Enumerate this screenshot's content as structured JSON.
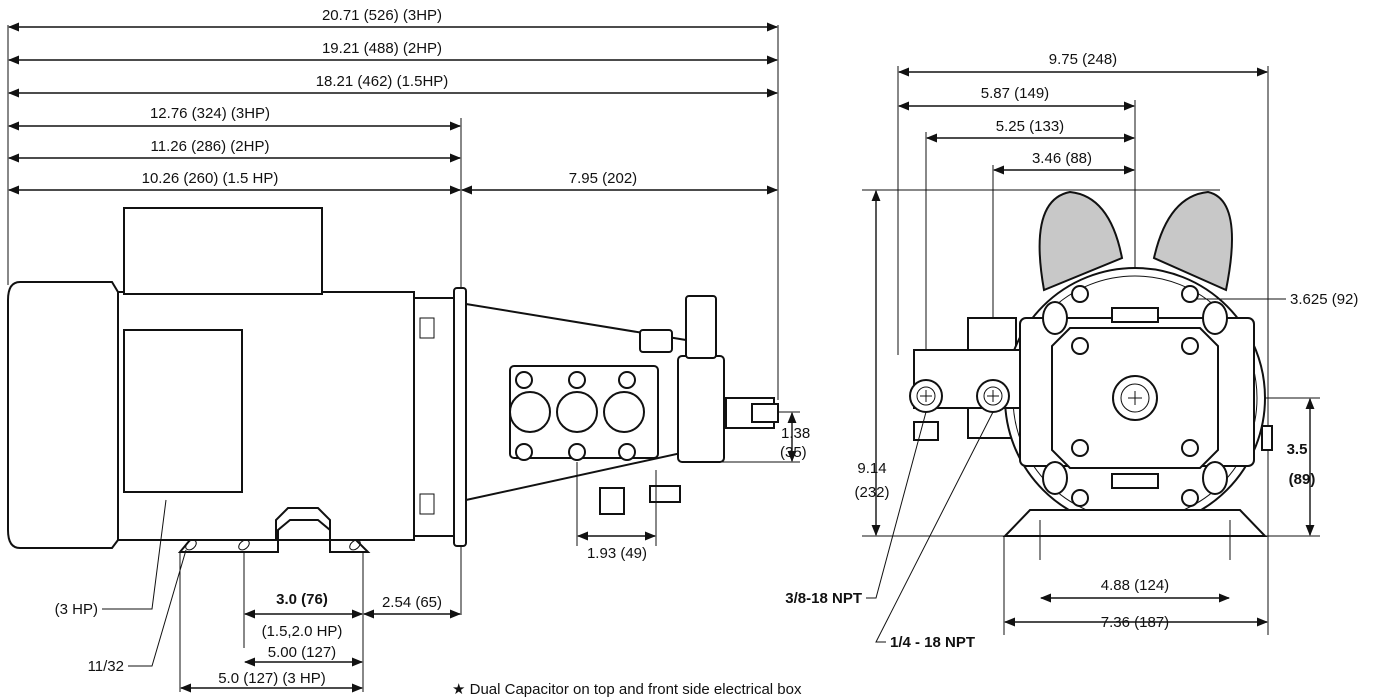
{
  "side_view": {
    "overall_3hp": "20.71 (526) (3HP)",
    "overall_2hp": "19.21 (488) (2HP)",
    "overall_15hp": "18.21 (462) (1.5HP)",
    "motor_3hp": "12.76 (324) (3HP)",
    "motor_2hp": "11.26 (286) (2HP)",
    "motor_15hp": "10.26 (260) (1.5 HP)",
    "pump_length": "7.95 (202)",
    "outlet_height_a": "1.38",
    "outlet_height_b": "(35)",
    "pump_width": "1.93 (49)",
    "base_3hp_label": "(3 HP)",
    "foot_spacing": "3.0 (76)",
    "foot_spacing_note": "(1.5,2.0 HP)",
    "foot_to_flange": "2.54 (65)",
    "foot_base_2": "5.00 (127)",
    "foot_base_3hp": "5.0 (127) (3 HP)",
    "slot": "11/32"
  },
  "end_view": {
    "width_total": "9.75 (248)",
    "width_a": "5.87 (149)",
    "width_b": "5.25 (133)",
    "width_c": "3.46 (88)",
    "bolt_circle": "3.625 (92)",
    "height_total_a": "9.14",
    "height_total_b": "(232)",
    "shaft_height_a": "3.5",
    "shaft_height_b": "(89)",
    "foot_holes": "4.88 (124)",
    "base_width": "7.36 (187)",
    "port_inlet": "3/8-18 NPT",
    "port_outlet": "1/4 - 18 NPT"
  },
  "footnote": "★ Dual Capacitor on top and front side electrical box"
}
